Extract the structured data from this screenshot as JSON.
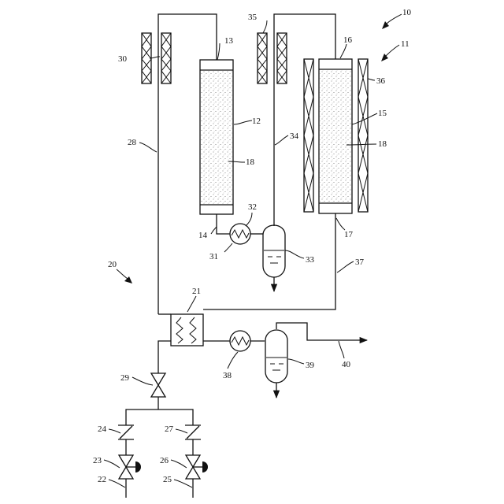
{
  "labels": {
    "l10": "10",
    "l11": "11",
    "l12": "12",
    "l13": "13",
    "l14": "14",
    "l15": "15",
    "l16": "16",
    "l17": "17",
    "l18a": "18",
    "l18b": "18",
    "l20": "20",
    "l21": "21",
    "l22": "22",
    "l23": "23",
    "l24": "24",
    "l25": "25",
    "l26": "26",
    "l27": "27",
    "l28": "28",
    "l29": "29",
    "l30": "30",
    "l31": "31",
    "l32": "32",
    "l33": "33",
    "l34": "34",
    "l35": "35",
    "l36": "36",
    "l37": "37",
    "l38": "38",
    "l39": "39",
    "l40": "40"
  }
}
